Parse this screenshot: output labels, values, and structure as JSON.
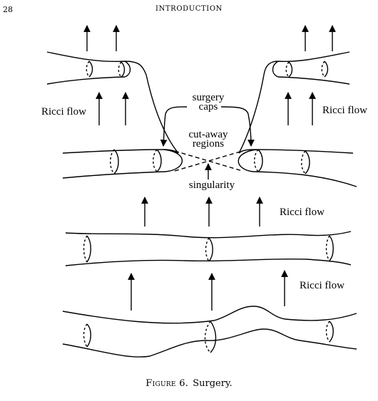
{
  "header": {
    "page_number": "28",
    "running_head": "INTRODUCTION"
  },
  "figure": {
    "labels": {
      "ricci_flow_top_left": "Ricci flow",
      "ricci_flow_top_right": "Ricci flow",
      "ricci_flow_middle": "Ricci flow",
      "ricci_flow_bottom": "Ricci flow",
      "surgery_caps_line1": "surgery",
      "surgery_caps_line2": "caps",
      "cut_away_line1": "cut-away",
      "cut_away_line2": "regions",
      "singularity": "singularity"
    }
  },
  "caption": {
    "label": "Figure 6.",
    "text": "Surgery."
  }
}
